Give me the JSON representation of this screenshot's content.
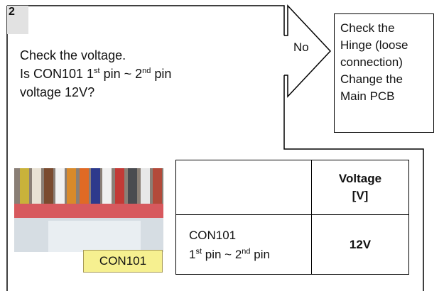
{
  "step": {
    "number": "2"
  },
  "question": {
    "line1": "Check the voltage.",
    "line2_pre": "Is CON101  1",
    "line2_sup1": "st",
    "line2_mid": " pin ~ 2",
    "line2_sup2": "nd",
    "line2_post": " pin",
    "line3": "voltage 12V?"
  },
  "branch": {
    "label": "No"
  },
  "action": {
    "lines": [
      "Check the",
      "Hinge (loose",
      "connection)",
      "Change the",
      "Main PCB"
    ]
  },
  "photo": {
    "caption": "CON101"
  },
  "table": {
    "header_empty": "",
    "header_voltage_line1": "Voltage",
    "header_voltage_line2": "[V]",
    "row_label_line1": "CON101",
    "row_label_pre": "1",
    "row_label_sup1": "st",
    "row_label_mid": " pin ~ 2",
    "row_label_sup2": "nd",
    "row_label_post": " pin",
    "row_value": "12V"
  },
  "colors": {
    "badge": "#e2e2e2",
    "caption_bg": "#f6f090"
  }
}
